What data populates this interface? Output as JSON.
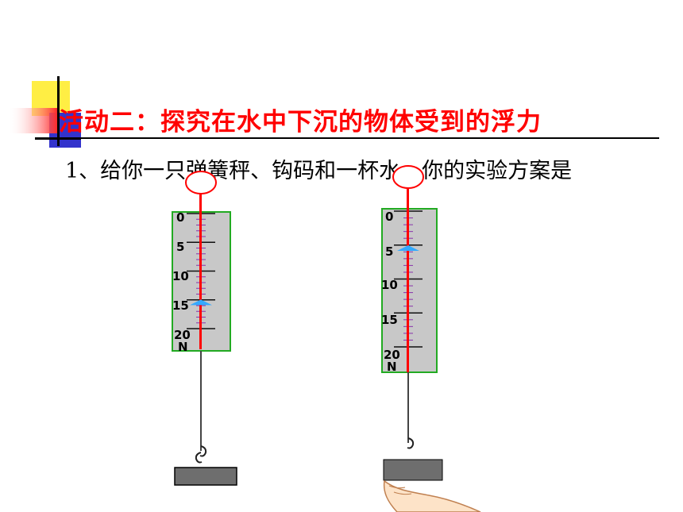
{
  "slide": {
    "title": "活动二：探究在水中下沉的物体受到的浮力",
    "question": "1、给你一只弹簧秤、钩码和一杯水，你的实验方案是"
  },
  "colors": {
    "title": "#ff0000",
    "scale_body": "#c8c8c8",
    "scale_border": "#22aa22",
    "scale_rod": "#ff0000",
    "weight": "#707070"
  },
  "icons": [
    "spring-scale-icon",
    "hook-icon",
    "weight-block-icon",
    "hand-icon"
  ],
  "scale_left": {
    "tick_labels": [
      "0",
      "5",
      "10",
      "15",
      "20"
    ],
    "unit": "N",
    "reading": 15.5,
    "max": 20
  },
  "scale_right": {
    "tick_labels": [
      "0",
      "5",
      "10",
      "15",
      "20"
    ],
    "unit": "N",
    "reading": 5.5,
    "max": 20
  }
}
